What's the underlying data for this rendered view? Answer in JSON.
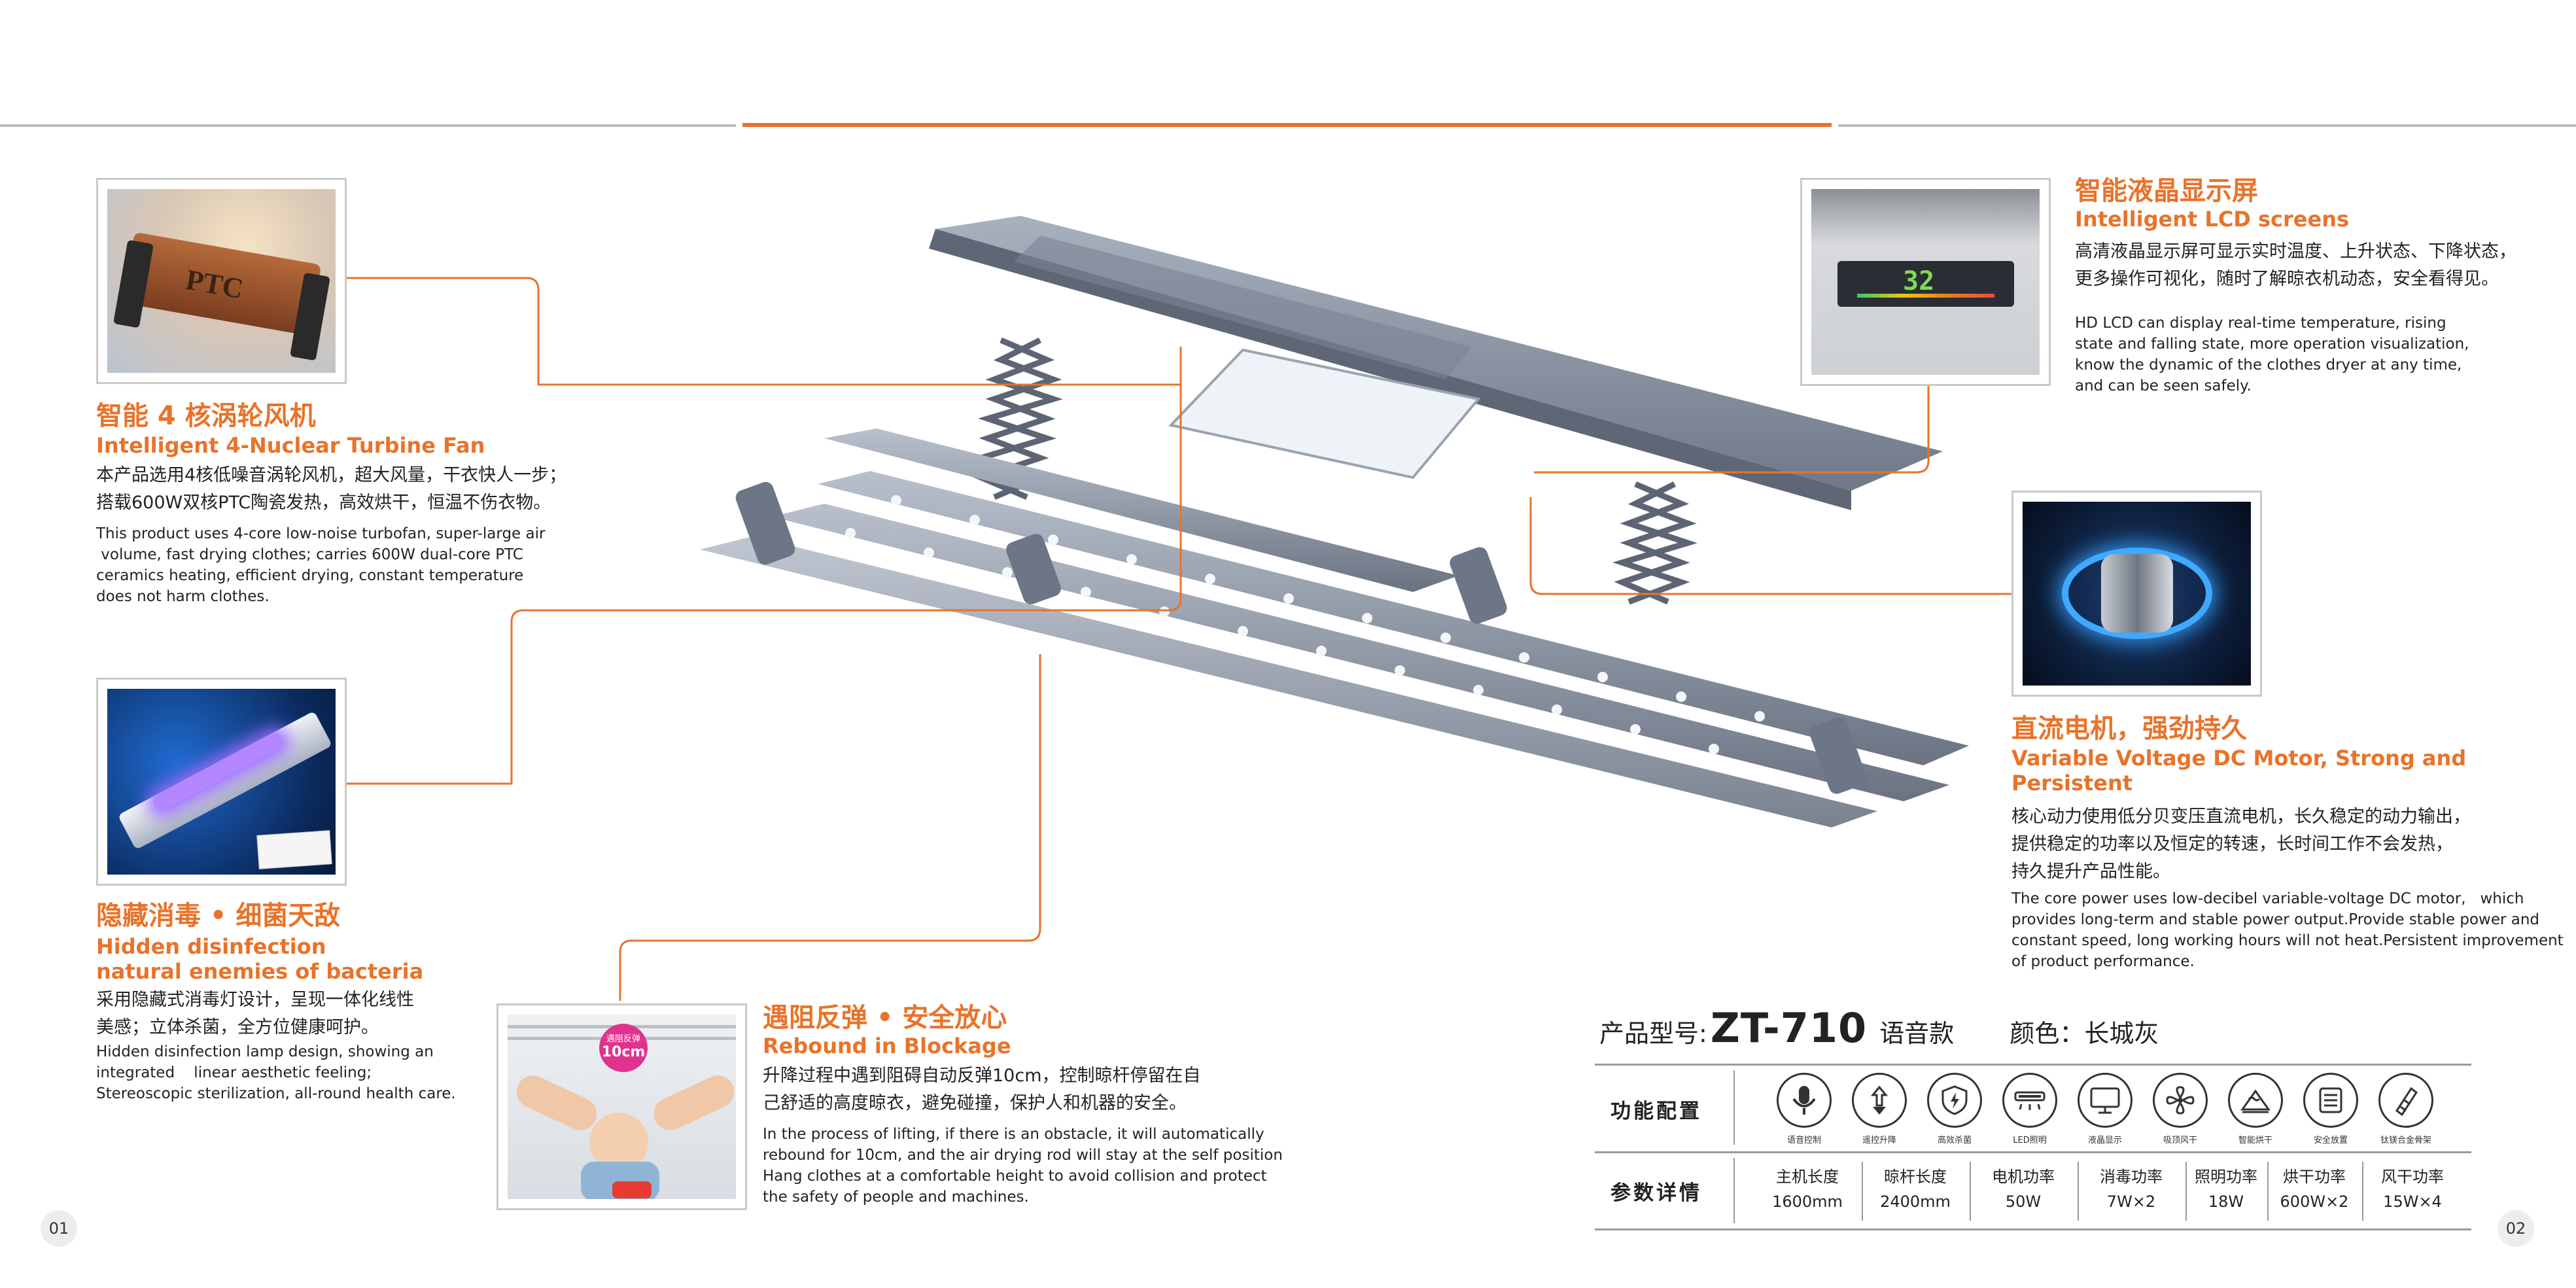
{
  "features": {
    "fan": {
      "title_cn": "智能 4 核涡轮风机",
      "title_en": "Intelligent 4-Nuclear Turbine Fan",
      "body_cn": [
        "本产品选用4核低噪音涡轮风机，超大风量，干衣快人一步；",
        "搭载600W双核PTC陶瓷发热，高效烘干，恒温不伤衣物。"
      ],
      "body_en": [
        "This product uses 4-core low-noise turbofan, super-large air",
        " volume, fast drying clothes; carries 600W dual-core PTC",
        "ceramics heating, efficient drying, constant temperature",
        "does not harm clothes."
      ],
      "image_text": "PTC"
    },
    "disinfection": {
      "title_cn": "隐藏消毒 • 细菌天敌",
      "title_en": [
        "Hidden disinfection",
        "natural enemies of bacteria"
      ],
      "body_cn": [
        "采用隐藏式消毒灯设计，呈现一体化线性",
        "美感；立体杀菌，全方位健康呵护。"
      ],
      "body_en": [
        "Hidden disinfection lamp design, showing an",
        "integrated    linear aesthetic feeling;",
        "Stereoscopic sterilization, all-round health care."
      ]
    },
    "rebound": {
      "title_cn": "遇阻反弹 • 安全放心",
      "title_en": "Rebound in Blockage",
      "body_cn": [
        "升降过程中遇到阻碍自动反弹10cm，控制晾杆停留在自",
        "己舒适的高度晾衣，避免碰撞，保护人和机器的安全。"
      ],
      "body_en": [
        "In the process of lifting, if there is an obstacle, it will automatically",
        "rebound for 10cm, and the air drying rod will stay at the self position",
        "Hang clothes at a comfortable height to avoid collision and protect",
        "the safety of people and machines."
      ],
      "badge_top": "遇阻反弹",
      "badge_bottom": "10cm"
    },
    "lcd": {
      "title_cn": "智能液晶显示屏",
      "title_en": "Intelligent LCD screens",
      "body_cn": [
        "高清液晶显示屏可显示实时温度、上升状态、下降状态，",
        "更多操作可视化，随时了解晾衣机动态，安全看得见。"
      ],
      "body_en": [
        "HD LCD can display real-time temperature, rising",
        "state and falling state, more operation visualization,",
        "know the dynamic of the clothes dryer at any time,",
        "and can be seen safely."
      ],
      "screen_value": "32"
    },
    "motor": {
      "title_cn": "直流电机，强劲持久",
      "title_en": [
        "Variable Voltage DC Motor, Strong and",
        "Persistent"
      ],
      "body_cn": [
        "核心动力使用低分贝变压直流电机，长久稳定的动力输出，",
        "提供稳定的功率以及恒定的转速，长时间工作不会发热，",
        "持久提升产品性能。"
      ],
      "body_en": [
        "The core power uses low-decibel variable-voltage DC motor,   which",
        "provides long-term and stable power output.Provide stable power and",
        "constant speed, long working hours will not heat.Persistent improvement",
        "of product performance."
      ]
    }
  },
  "spec": {
    "model_label": "产品型号:",
    "model_value": "ZT-710",
    "model_sub": "语音款",
    "color_label": "颜色：长城灰",
    "config_title": "功能配置",
    "params_title": "参数详情",
    "config_items": [
      {
        "icon": "microphone-icon",
        "label": "语音控制"
      },
      {
        "icon": "remote-lift-icon",
        "label": "遥控升降"
      },
      {
        "icon": "shield-icon",
        "label": "高效杀菌"
      },
      {
        "icon": "led-light-icon",
        "label": "LED照明"
      },
      {
        "icon": "monitor-icon",
        "label": "液晶显示"
      },
      {
        "icon": "fan-icon",
        "label": "吸顶风干"
      },
      {
        "icon": "heat-dry-icon",
        "label": "智能烘干"
      },
      {
        "icon": "safety-icon",
        "label": "安全放置"
      },
      {
        "icon": "aluminum-icon",
        "label": "钛镁合金骨架"
      }
    ],
    "params": [
      {
        "key": "主机长度",
        "value": "1600mm"
      },
      {
        "key": "晾杆长度",
        "value": "2400mm"
      },
      {
        "key": "电机功率",
        "value": "50W"
      },
      {
        "key": "消毒功率",
        "value": "7W×2"
      },
      {
        "key": "照明功率",
        "value": "18W"
      },
      {
        "key": "烘干功率",
        "value": "600W×2"
      },
      {
        "key": "风干功率",
        "value": "15W×4"
      }
    ]
  },
  "page_numbers": {
    "left": "01",
    "right": "02"
  },
  "colors": {
    "accent": "#e8732a",
    "rule_gray": "#bdbdbd",
    "product_body": "#8a93a4"
  }
}
